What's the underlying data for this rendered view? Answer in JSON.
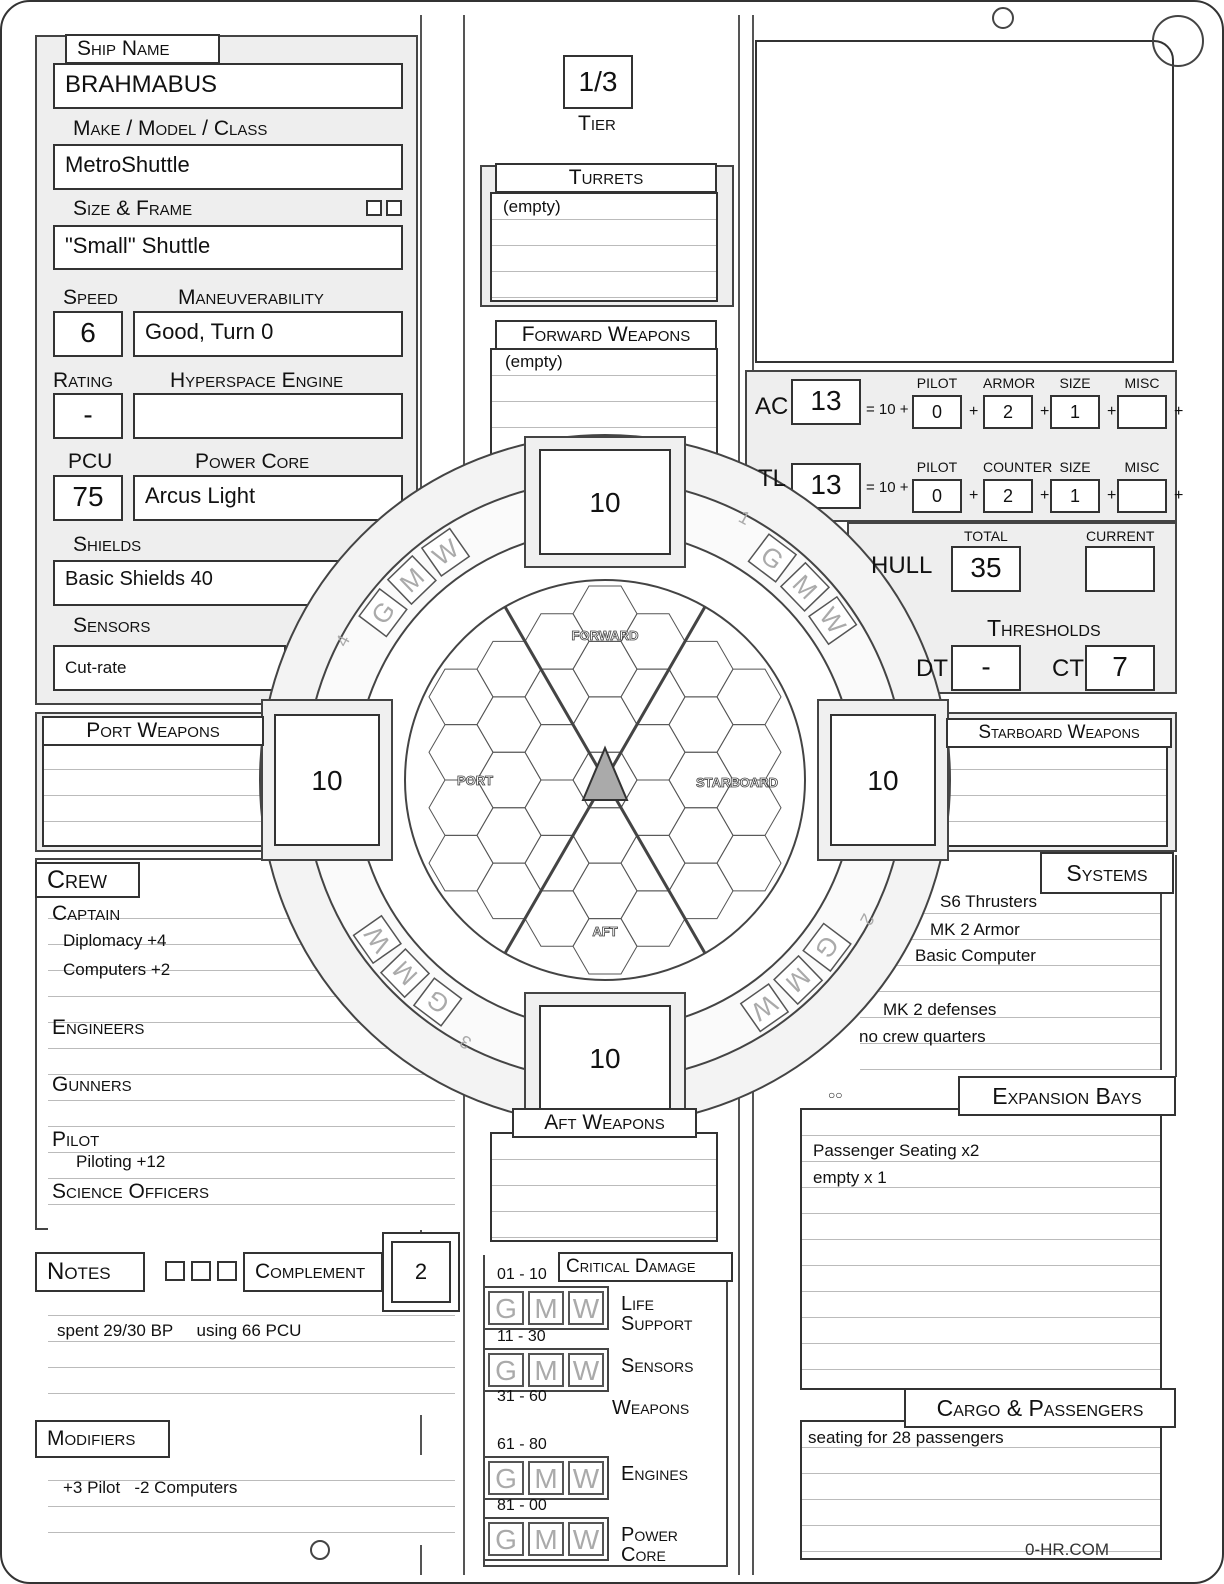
{
  "ship": {
    "name_label": "Ship Name",
    "name": "BRAHMABUS",
    "model_label": "Make / Model / Class",
    "model": "MetroShuttle",
    "size_label": "Size & Frame",
    "size": "\"Small\" Shuttle",
    "speed_label": "Speed",
    "speed": "6",
    "maneuver_label": "Maneuverability",
    "maneuver": "Good,  Turn 0",
    "rating_label": "Rating",
    "rating": "-",
    "hyper_label": "Hyperspace Engine",
    "hyper": "",
    "pcu_label": "PCU",
    "pcu": "75",
    "core_label": "Power Core",
    "core": "Arcus Light",
    "shields_label": "Shields",
    "shields": "Basic Shields 40",
    "sensors_label": "Sensors",
    "sensors": "Cut-rate"
  },
  "tier": {
    "label": "Tier",
    "value": "1/3"
  },
  "turrets": {
    "label": "Turrets",
    "items": [
      "(empty)"
    ]
  },
  "forward_weapons": {
    "label": "Forward Weapons",
    "items": [
      "(empty)"
    ]
  },
  "port_weapons": {
    "label": "Port Weapons"
  },
  "starboard_weapons": {
    "label": "Starboard Weapons"
  },
  "aft_weapons": {
    "label": "Aft Weapons"
  },
  "defense": {
    "ac_label": "AC",
    "ac": "13",
    "tl_label": "TL",
    "tl": "13",
    "base": "= 10 +",
    "plus": "+",
    "ac_cols": [
      "Pilot",
      "Armor",
      "Size",
      "Misc"
    ],
    "ac_vals": [
      "0",
      "2",
      "1",
      ""
    ],
    "tl_cols": [
      "Pilot",
      "Counter",
      "Size",
      "Misc"
    ],
    "tl_vals": [
      "0",
      "2",
      "1",
      ""
    ]
  },
  "hull": {
    "label": "HULL",
    "total_label": "Total",
    "total": "35",
    "current_label": "Current",
    "current": "",
    "thresholds_label": "Thresholds",
    "dt_label": "DT",
    "dt": "-",
    "ct_label": "CT",
    "ct": "7"
  },
  "arcs": {
    "forward": "Forward",
    "port": "Port",
    "starboard": "Starboard",
    "aft": "Aft",
    "shield_forward": "10",
    "shield_port": "10",
    "shield_starboard": "10",
    "shield_aft": "10",
    "numbers": [
      "1",
      "2",
      "3",
      "4"
    ],
    "g": "G",
    "m": "M",
    "w": "W"
  },
  "crew": {
    "label": "Crew",
    "captain": "Captain",
    "captain_skills": [
      "Diplomacy +4",
      "Computers +2"
    ],
    "engineers": "Engineers",
    "gunners": "Gunners",
    "pilot": "Pilot",
    "pilot_skills": [
      "Piloting +12"
    ],
    "science": "Science Officers"
  },
  "systems": {
    "label": "Systems",
    "items": [
      "S6 Thrusters",
      "MK 2 Armor",
      "Basic Computer",
      "MK 2 defenses",
      "no crew quarters"
    ]
  },
  "expansion": {
    "label": "Expansion Bays",
    "items": [
      "Passenger Seating x2",
      "empty x 1"
    ]
  },
  "cargo": {
    "label": "Cargo & Passengers",
    "items": [
      "seating for 28 passengers"
    ]
  },
  "notes": {
    "label": "Notes",
    "complement_label": "Complement",
    "complement": "2",
    "items": [
      "spent 29/30 BP     using 66 PCU"
    ]
  },
  "modifiers": {
    "label": "Modifiers",
    "items": [
      "+3 Pilot   -2 Computers"
    ]
  },
  "critical": {
    "label": "Critical Damage",
    "rows": [
      {
        "range": "01 - 10",
        "system": "Life Support"
      },
      {
        "range": "11 - 30",
        "system": "Sensors"
      },
      {
        "range": "31 - 60",
        "system": "Weapons"
      },
      {
        "range": "61 - 80",
        "system": "Engines"
      },
      {
        "range": "81 - 00",
        "system": "Power Core"
      }
    ]
  },
  "footer": "0-HR.COM"
}
